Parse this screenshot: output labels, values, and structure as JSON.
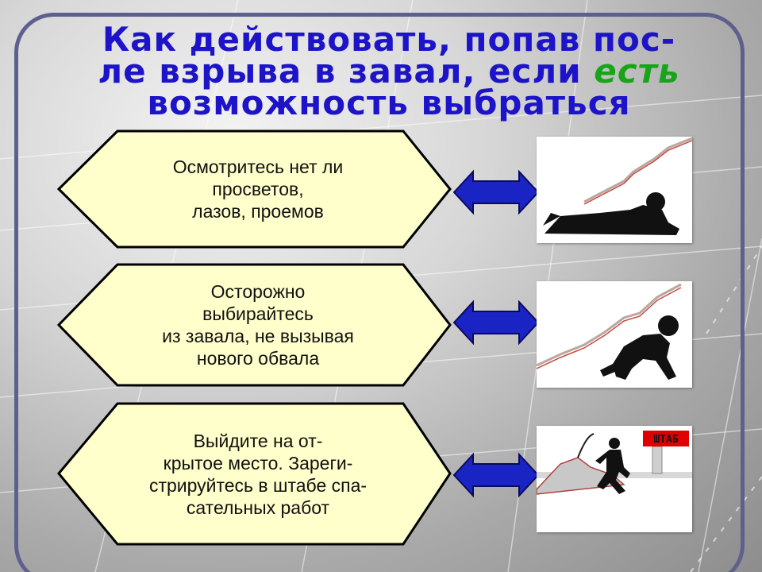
{
  "title": {
    "line1": "Как действовать, попав пос-",
    "line2_part": "ле взрыва в завал, если ",
    "line2_highlight": "есть",
    "line3": "возможность выбраться"
  },
  "steps": [
    {
      "text": "Осмотритесь нет ли\nпросветов,\nлазов, проемов",
      "picture": "crawling-person-icon"
    },
    {
      "text": "Осторожно\nвыбирайтесь\nиз завала, не вызывая\nнового обвала",
      "picture": "climbing-person-icon"
    },
    {
      "text": "Выйдите на от-\nкрытое место. Зареги-\nстрируйтесь в штабе спа-\nсательных работ",
      "picture": "running-person-icon"
    }
  ],
  "sign_label": "ШТАБ",
  "colors": {
    "title": "#1d14c9",
    "title_highlight": "#18a418",
    "hex_fill": "#ffffcc",
    "arrow": "#1a24c4",
    "frame": "#5f5f8e",
    "sign": "#e00000"
  }
}
